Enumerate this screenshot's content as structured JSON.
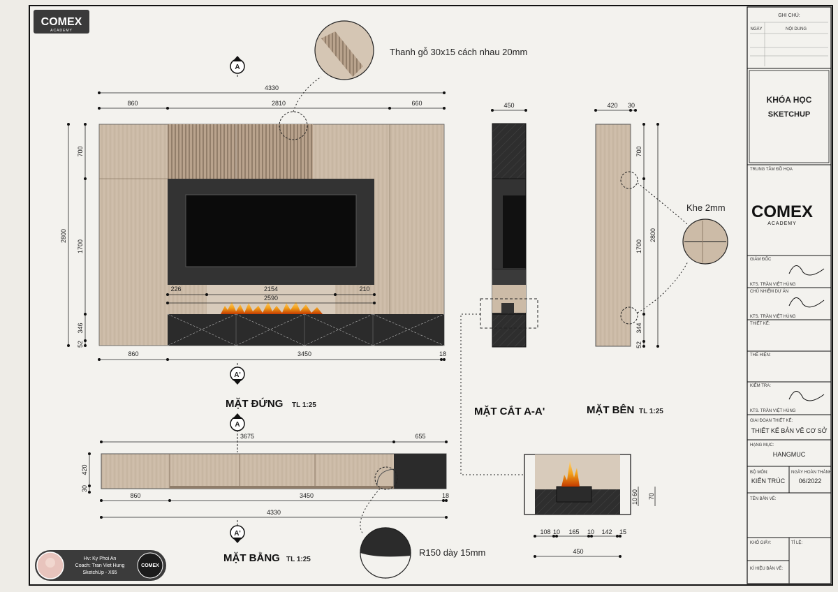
{
  "logo": {
    "brand": "COMEX",
    "sub": "ACADEMY"
  },
  "colors": {
    "paper": "#eeece7",
    "wood": "#c9b8a4",
    "wood_light": "#d8cbbb",
    "dark": "#2b2b2b",
    "tv": "#0b0b0b",
    "flame": "#f2a11a"
  },
  "section_marker": "A",
  "section_marker_prime": "A'",
  "notes": {
    "slats": "Thanh gỗ 30x15 cách nhau 20mm",
    "gap": "Khe 2mm",
    "radius": "R150 dày 15mm"
  },
  "front": {
    "title": "MẶT ĐỨNG",
    "scale": "TL 1:25",
    "top_total": "4330",
    "top_left": "860",
    "top_mid": "2810",
    "top_right": "660",
    "left_700": "700",
    "left_1700": "1700",
    "left_346": "346",
    "left_52": "52",
    "left_total": "2800",
    "in_226": "226",
    "in_2154": "2154",
    "in_210": "210",
    "in_2590": "2590",
    "bot_860": "860",
    "bot_3450": "3450",
    "bot_18": "18"
  },
  "section": {
    "title": "MẶT CẮT A-A'",
    "top": "450"
  },
  "side": {
    "title": "MẶT BÊN",
    "scale": "TL 1:25",
    "top_420": "420",
    "top_30": "30",
    "r_700": "700",
    "r_1700": "1700",
    "r_344": "344",
    "r_52": "52",
    "r_2800": "2800"
  },
  "plan": {
    "title": "MẶT BẰNG",
    "scale": "TL 1:25",
    "top_3675": "3675",
    "top_655": "655",
    "left_420": "420",
    "left_30": "30",
    "bot_860": "860",
    "bot_3450": "3450",
    "bot_18": "18",
    "bot_total": "4330"
  },
  "detail": {
    "d108": "108",
    "d10a": "10",
    "d165": "165",
    "d10b": "10",
    "d142": "142",
    "d15": "15",
    "total": "450",
    "v60": "60",
    "v10": "10",
    "v70": "70"
  },
  "student": {
    "line1": "Hv: Ky Phoi An",
    "line2": "Coach: Tran Viet Hung",
    "line3": "SketchUp - X65"
  },
  "title_block": {
    "ghi_chu": "GHI CHÚ:",
    "ngay": "NGÀY",
    "noi_dung": "NỘI DUNG",
    "course1": "KHÓA HỌC",
    "course2": "SKETCHUP",
    "trung_tam": "TRUNG TÂM ĐỒ HỌA",
    "giam_doc": "GIÁM ĐỐC",
    "kts1": "KTS. TRẦN VIỆT HÙNG",
    "chu_nhiem": "CHỦ NHIỆM DỰ ÁN",
    "kts2": "KTS. TRẦN VIỆT HÙNG",
    "thiet_ke": "THIẾT KẾ:",
    "the_hien": "THỂ HIỆN:",
    "kiem_tra": "KIỂM TRA:",
    "kts3": "KTS. TRẦN VIỆT HÙNG",
    "giai_doan": "GIAI ĐOẠN THIẾT KẾ:",
    "giai_doan_val": "THIẾT KẾ BẢN VẼ CƠ SỞ",
    "hang_muc": "HẠNG MỤC:",
    "hang_muc_val": "HANGMUC",
    "bo_mon": "BỘ MÔN:",
    "bo_mon_val": "KIẾN TRÚC",
    "ngay_ht": "NGÀY HOÀN THÀNH:",
    "ngay_ht_val": "06/2022",
    "ten_ban_ve": "TÊN BẢN VẼ:",
    "kho_giay": "KHỔ GIẤY:",
    "ti_le": "TỈ LỆ:",
    "ki_hieu": "KÍ HIỆU BẢN VẼ:"
  }
}
